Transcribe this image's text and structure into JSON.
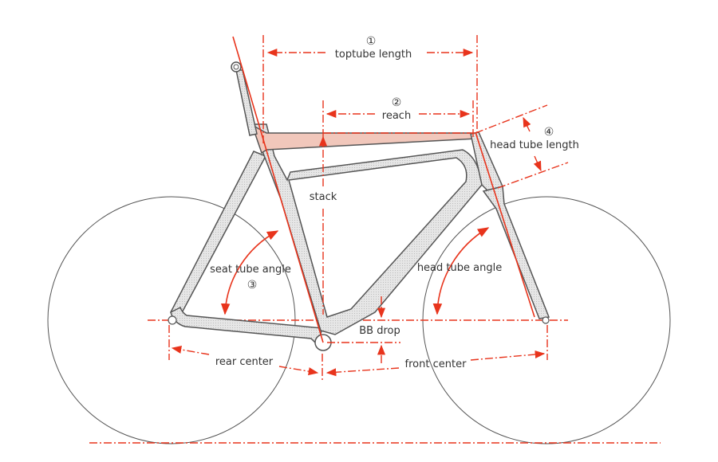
{
  "diagram": {
    "labels": {
      "toptube_length": "toptube length",
      "reach": "reach",
      "head_tube_length": "head tube length",
      "stack": "stack",
      "seat_tube_angle": "seat tube angle",
      "head_tube_angle": "head tube angle",
      "bb_drop": "BB drop",
      "rear_center": "rear center",
      "front_center": "front center"
    },
    "markers": {
      "one": "①",
      "two": "②",
      "three": "③",
      "four": "④"
    },
    "colors": {
      "dimension_line": "#e8341c",
      "frame_outline": "#555555",
      "frame_fill": "#dcdcdc",
      "text": "#333333"
    }
  }
}
